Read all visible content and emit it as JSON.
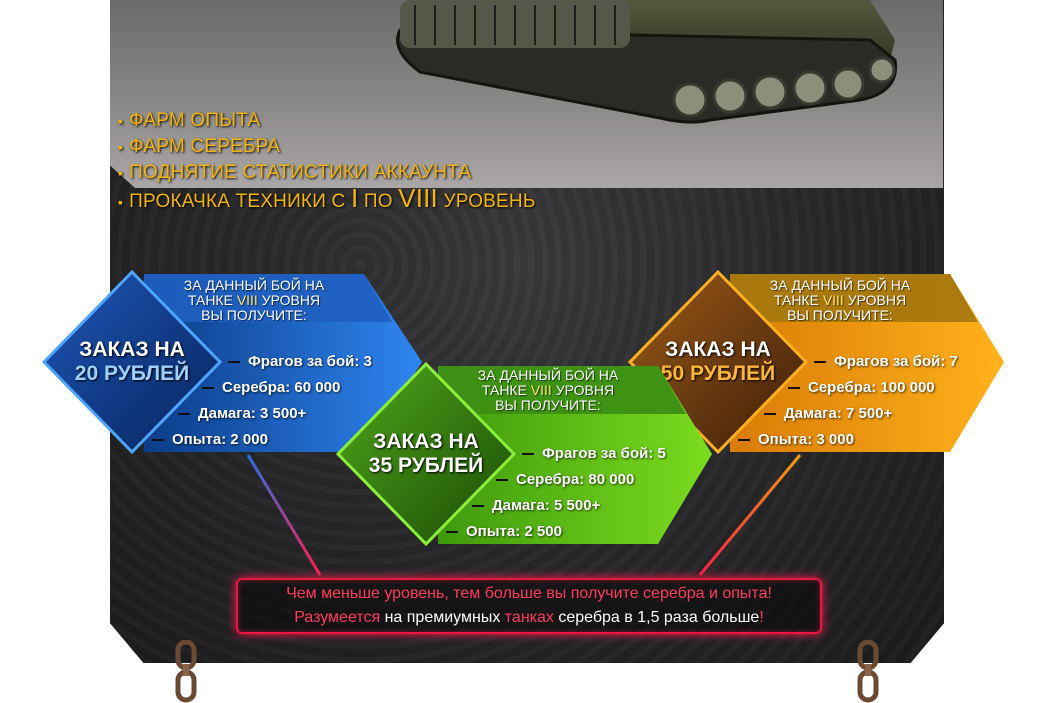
{
  "features": [
    {
      "text": "ФАРМ ОПЫТА"
    },
    {
      "text": "ФАРМ СЕРЕБРА"
    },
    {
      "text": "ПОДНЯТИЕ СТАТИСТИКИ АККАУНТА"
    },
    {
      "pre": "ПРОКАЧКА ТЕХНИКИ С ",
      "from": "I",
      "mid": " ПО ",
      "to": "VIII",
      "post": " УРОВЕНЬ"
    }
  ],
  "card_head": {
    "line1": "ЗА ДАННЫЙ БОЙ НА",
    "line2_pre": "ТАНКЕ ",
    "roman": "VIII",
    "line2_post": " УРОВНЯ",
    "line3": "ВЫ ПОЛУЧИТЕ:"
  },
  "cards": [
    {
      "order": "ЗАКАЗ НА",
      "price": "20 РУБЛЕЙ",
      "frags": "Фрагов за бой: 3",
      "silver": "Серебра: 60 000",
      "damage": "Дамага: 3 500+",
      "exp": "Опыта: 2 000",
      "color": "#1f6ad0"
    },
    {
      "order": "ЗАКАЗ НА",
      "price": "35 РУБЛЕЙ",
      "frags": "Фрагов за бой: 5",
      "silver": "Серебра: 80 000",
      "damage": "Дамага: 5 500+",
      "exp": "Опыта: 2 500",
      "color": "#5fc614"
    },
    {
      "order": "ЗАКАЗ НА",
      "price": "50 РУБЛЕЙ",
      "frags": "Фрагов за бой: 7",
      "silver": "Серебра: 100 000",
      "damage": "Дамага: 7 500+",
      "exp": "Опыта: 3 000",
      "color": "#f29a0c"
    }
  ],
  "note": {
    "line1": "Чем меньше уровень, тем больше вы получите серебра и опыта",
    "bang": "!",
    "line2_a": "Разумеется",
    "line2_b": " на премиумных ",
    "line2_c": "танках",
    "line2_d": " серебра в 1,5 раза больше",
    "bang2": "!"
  }
}
